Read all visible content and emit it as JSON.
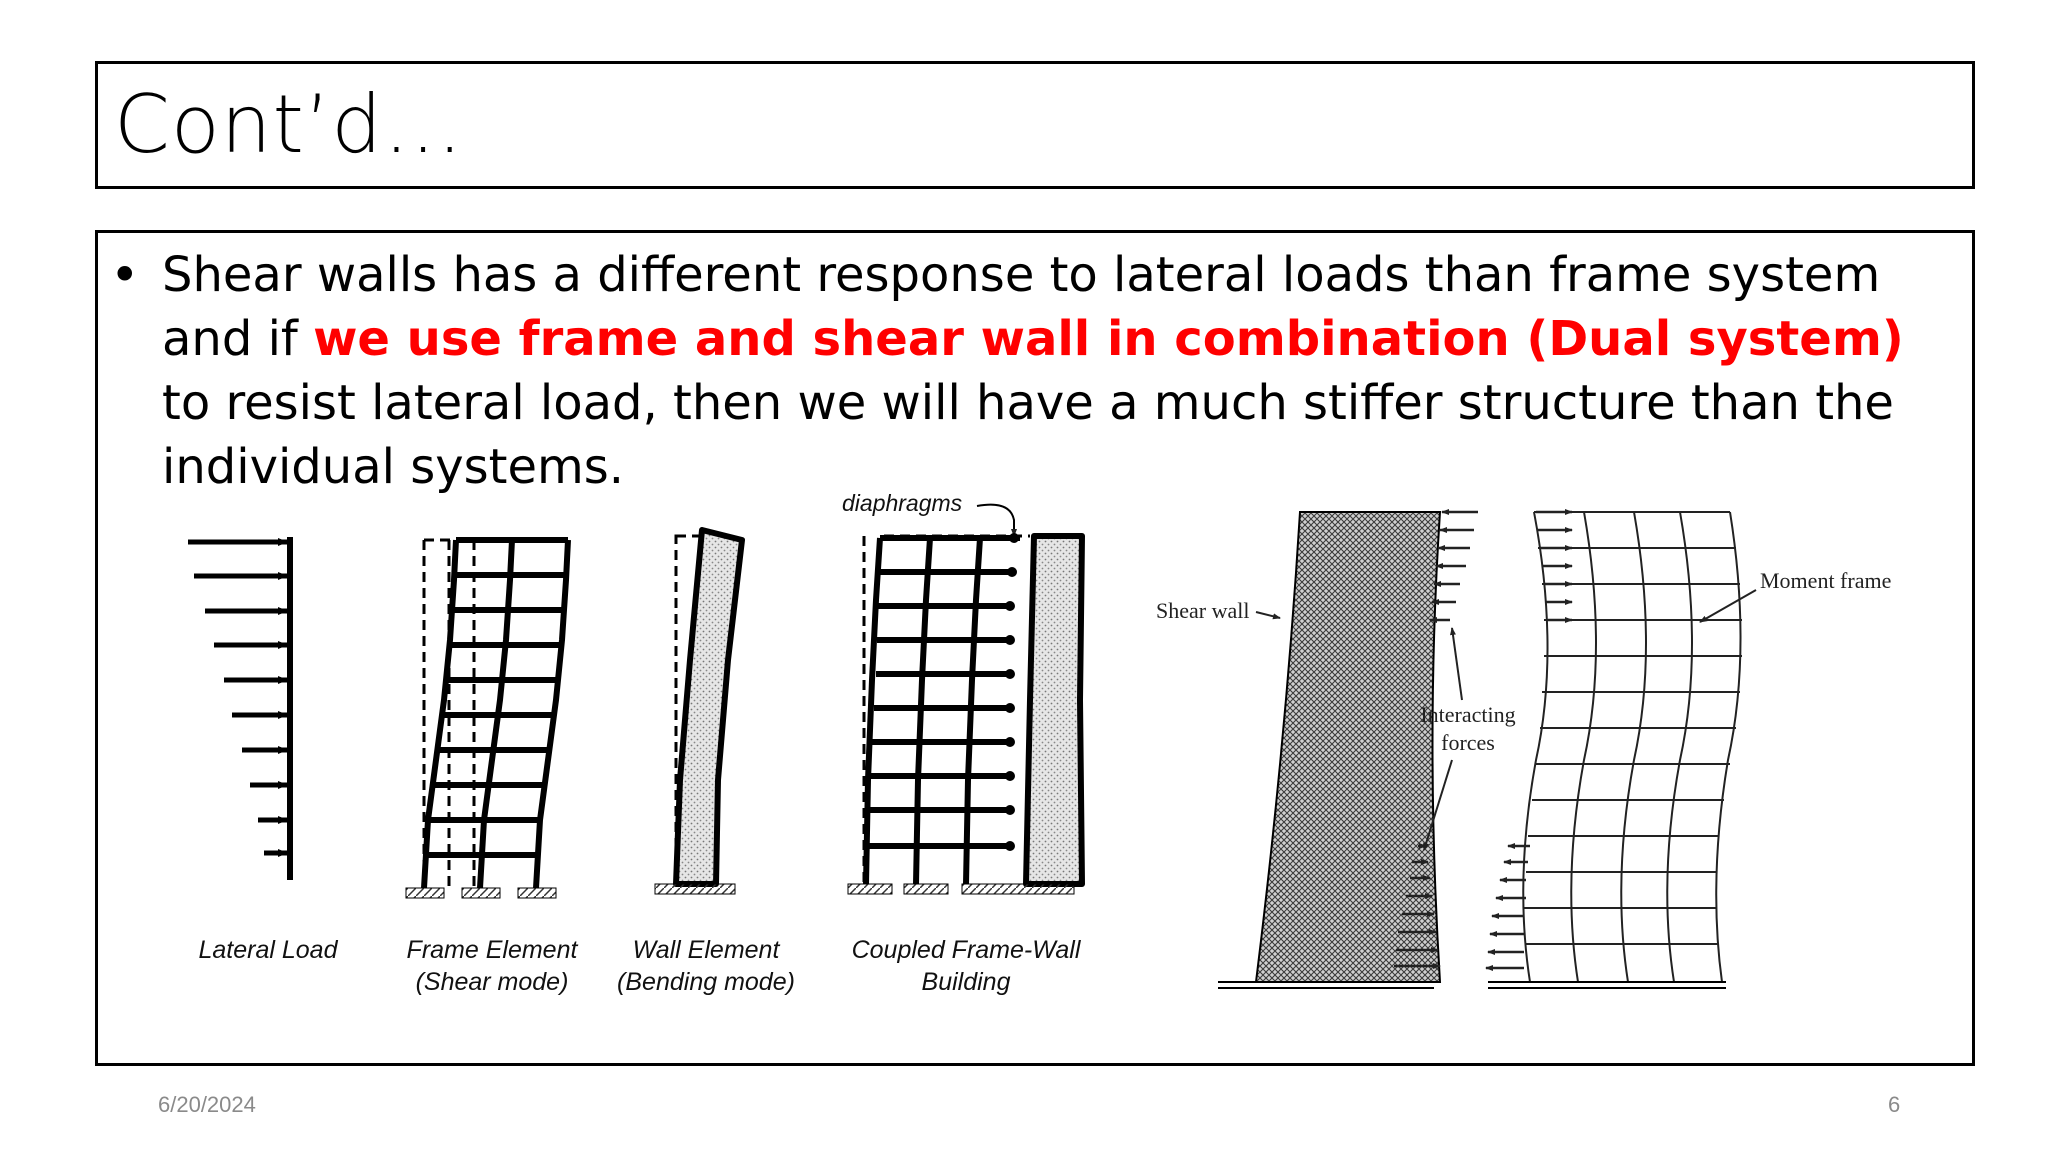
{
  "slide": {
    "title": "Cont’d…",
    "bullet_symbol": "•",
    "bullet_pre": "Shear walls has a different response to lateral loads than frame system and if ",
    "bullet_highlight": "we use frame and shear wall in combination (Dual system)",
    "bullet_post": " to resist lateral load, then we will have a much stiffer structure than the individual systems.",
    "highlight_color": "#ff0000"
  },
  "figure_left": {
    "diaphragms_label": "diaphragms",
    "captions": {
      "lateral_load": "Lateral Load",
      "frame_line1": "Frame Element",
      "frame_line2": "(Shear mode)",
      "wall_line1": "Wall Element",
      "wall_line2": "(Bending mode)",
      "coupled_line1": "Coupled Frame-Wall",
      "coupled_line2": "Building"
    }
  },
  "figure_right": {
    "shear_wall_label": "Shear wall",
    "moment_frame_label": "Moment frame",
    "interacting_line1": "Interacting",
    "interacting_line2": "forces"
  },
  "footer": {
    "date": "6/20/2024",
    "page_number": "6"
  }
}
